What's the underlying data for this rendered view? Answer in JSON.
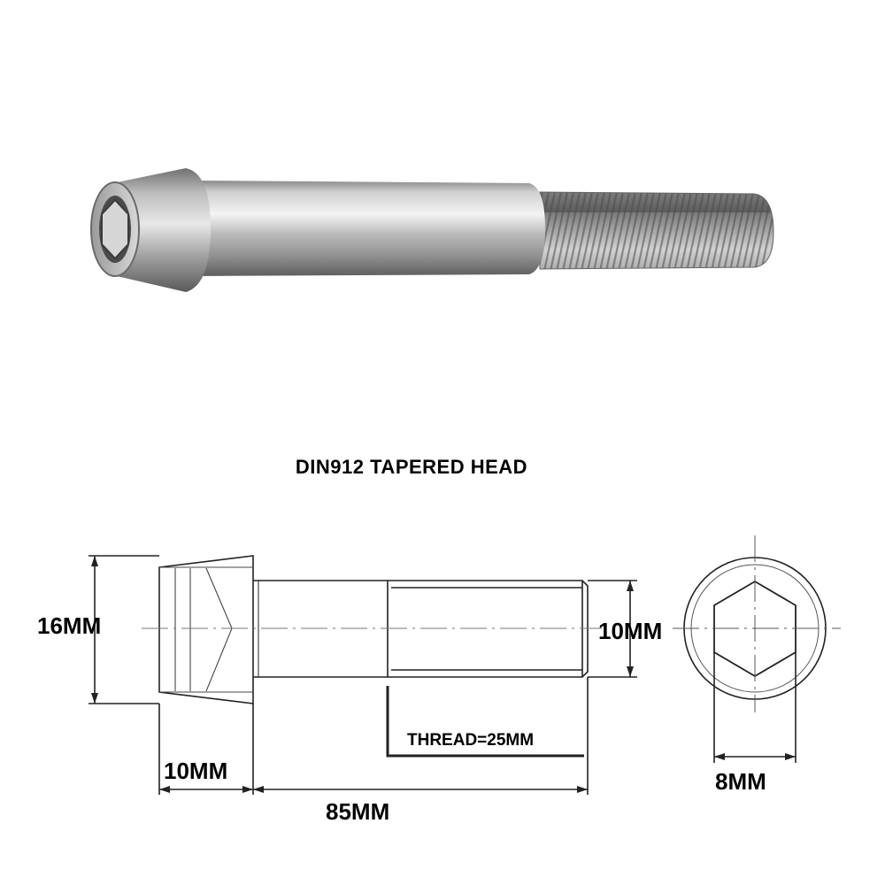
{
  "title": "DIN912 TAPERED HEAD",
  "dimensions": {
    "head_diameter": "16MM",
    "thread_diameter": "10MM",
    "head_height": "10MM",
    "shaft_length": "85MM",
    "thread_length": "THREAD=25MM",
    "hex_socket": "8MM"
  },
  "colors": {
    "metal_light": "#eeeeee",
    "metal_mid": "#a9a9a9",
    "metal_dark": "#5e5e5e",
    "line": "#222222"
  }
}
